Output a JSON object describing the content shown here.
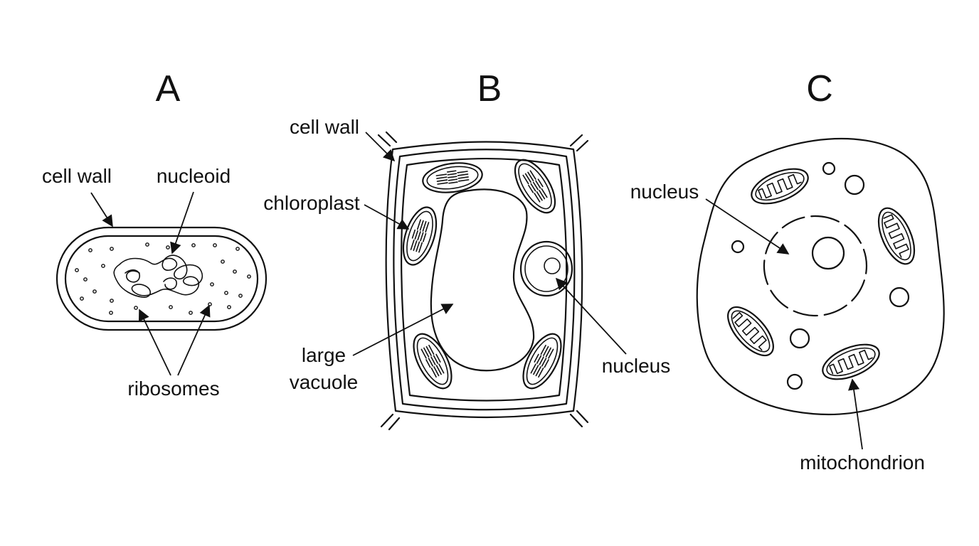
{
  "panels": {
    "A": {
      "letter": "A",
      "labels": {
        "cell_wall": "cell wall",
        "nucleoid": "nucleoid",
        "ribosomes": "ribosomes"
      }
    },
    "B": {
      "letter": "B",
      "labels": {
        "cell_wall": "cell wall",
        "chloroplast": "chloroplast",
        "large_vacuole_line1": "large",
        "large_vacuole_line2": "vacuole",
        "nucleus": "nucleus"
      }
    },
    "C": {
      "letter": "C",
      "labels": {
        "nucleus": "nucleus",
        "mitochondrion": "mitochondrion"
      }
    }
  },
  "colors": {
    "ink": "#111111",
    "background": "#ffffff"
  }
}
